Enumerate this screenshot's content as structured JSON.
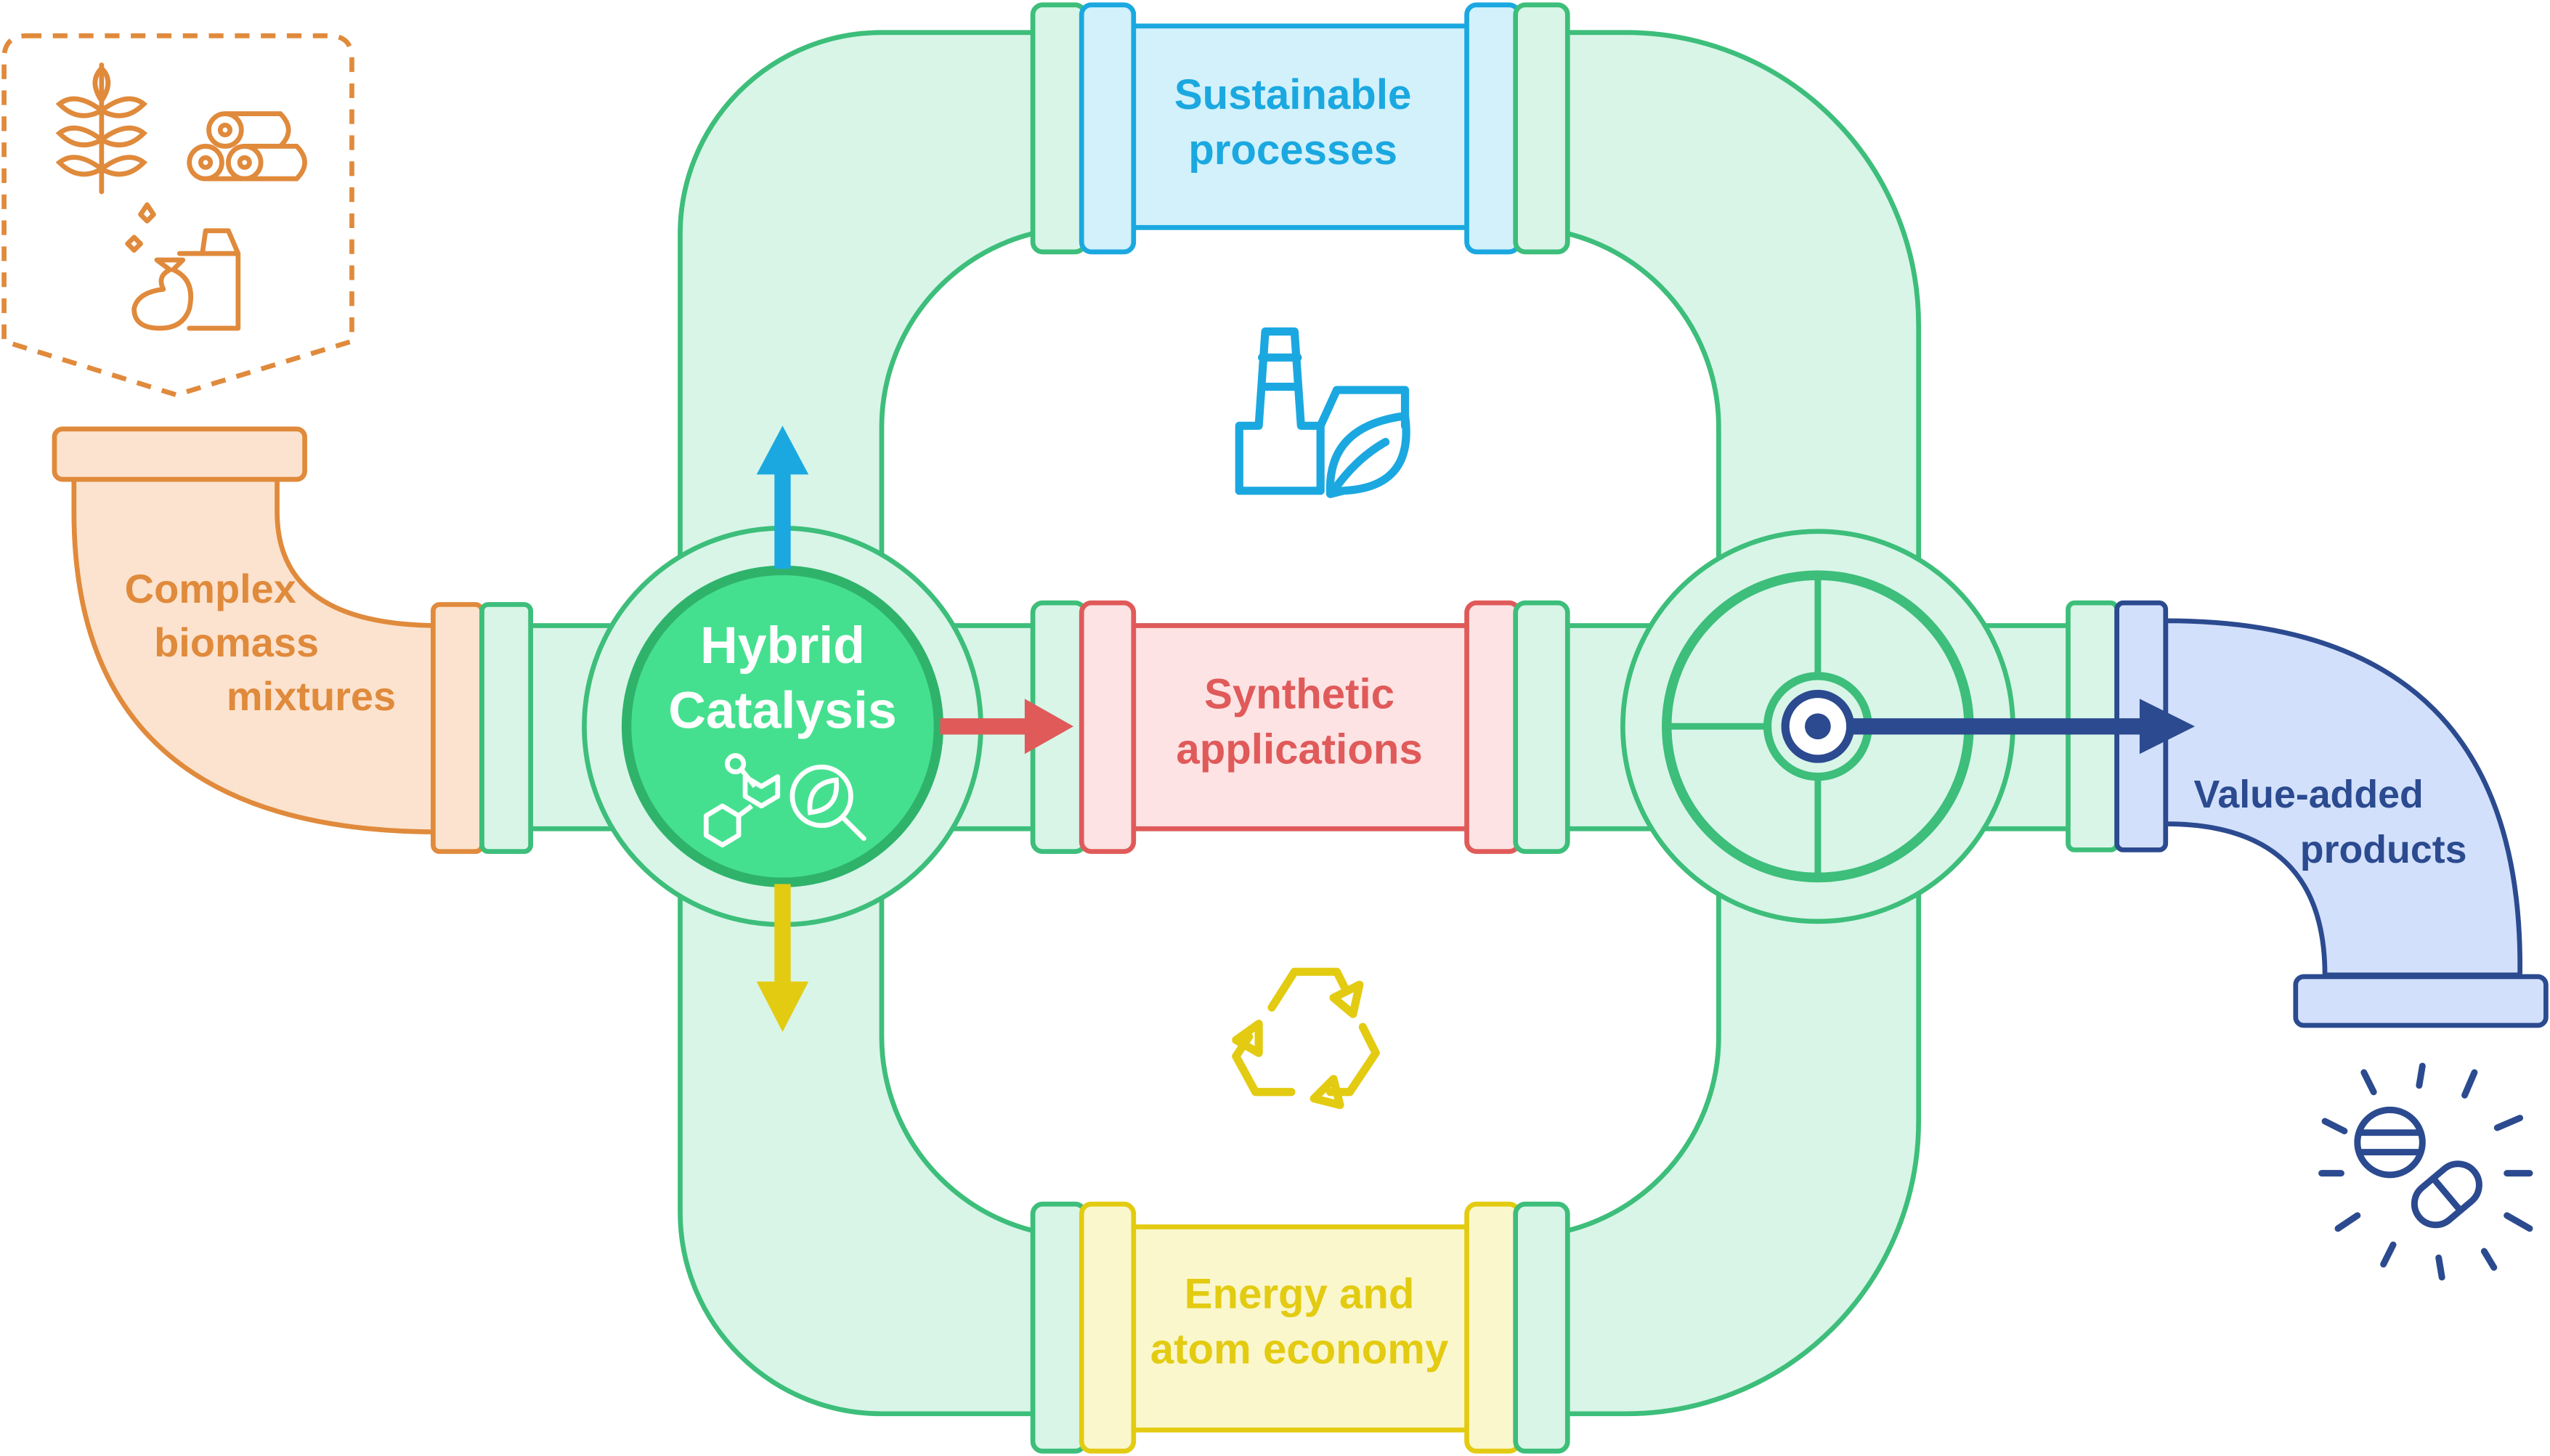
{
  "labels": {
    "input": [
      "Complex",
      "biomass",
      "mixtures"
    ],
    "hub": [
      "Hybrid",
      "Catalysis"
    ],
    "top": [
      "Sustainable",
      "processes"
    ],
    "middle": [
      "Synthetic",
      "applications"
    ],
    "bottom": [
      "Energy and",
      "atom economy"
    ],
    "output": [
      "Value-added",
      "products"
    ]
  },
  "icons": {
    "biomass_sources": [
      "wheat-icon",
      "logs-icon",
      "waste-bags-icon"
    ],
    "hub": [
      "molecule-icon",
      "leaf-magnifier-icon"
    ],
    "top": "factory-leaf-icon",
    "bottom": "recycle-icon",
    "valve": "valve-wheel-icon",
    "output": "pills-icon"
  },
  "colors": {
    "pipe_green": "#3DBE7A",
    "pipe_fill": "#D8F5E8",
    "hub_fill": "#45E08F",
    "input_orange": "#E08A3C",
    "input_fill": "#FCE3CF",
    "top_blue": "#1BA8E0",
    "top_fill": "#D2F1FB",
    "middle_red": "#E05A5A",
    "middle_fill": "#FDE3E3",
    "bottom_yellow": "#E3CB12",
    "bottom_fill": "#FBF7CC",
    "output_blue": "#2B4A8F",
    "output_fill": "#D2E0FB"
  }
}
